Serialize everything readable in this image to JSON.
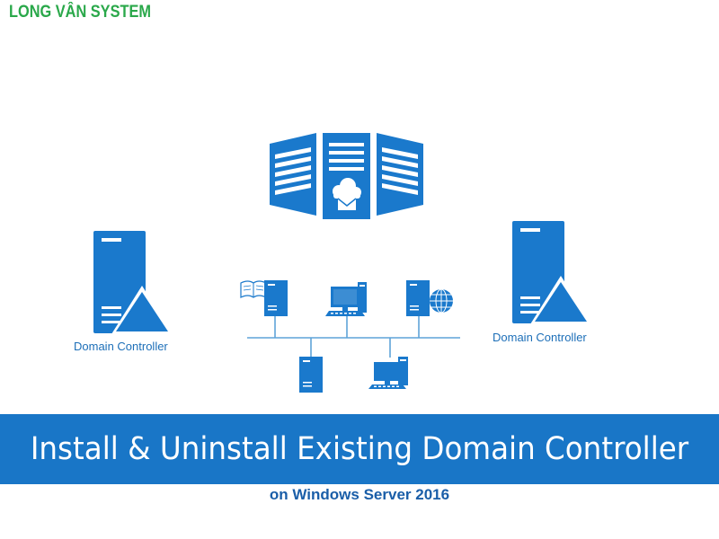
{
  "brand": {
    "name": "LONG VÂN SYSTEM",
    "color": "#2aa84a"
  },
  "diagram": {
    "left_server_label": "Domain Controller",
    "right_server_label": "Domain Controller",
    "label_color": "#1d6fb8",
    "icon_color": "#1a79cc",
    "network_line_color": "#5fa3d8",
    "icons": {
      "datacenter": "datacenter-cloud-mail-icon",
      "left_server": "domain-controller-server-icon",
      "right_server": "domain-controller-server-icon",
      "network": [
        "book-server-icon",
        "desktop-computer-icon",
        "globe-server-icon",
        "tower-server-icon",
        "workstation-icon"
      ]
    }
  },
  "banner": {
    "title": "Install & Uninstall Existing Domain Controller",
    "background_color": "#1976c7",
    "text_color": "#ffffff"
  },
  "subtitle": {
    "text": "on Windows Server 2016",
    "color": "#1a5ea8"
  }
}
